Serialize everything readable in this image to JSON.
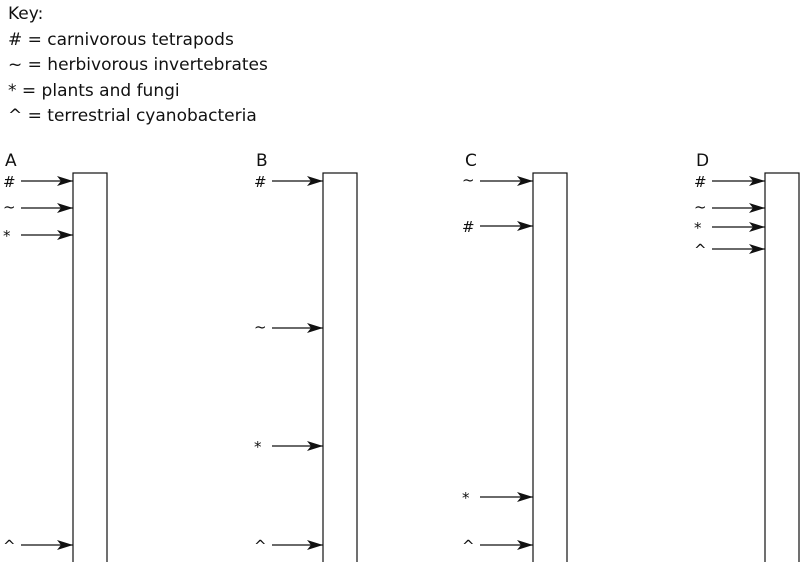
{
  "key": {
    "title": "Key:",
    "entries": [
      "# = carnivorous tetrapods",
      "~ = herbivorous invertebrates",
      "* = plants and fungi",
      "^ = terrestrial cyanobacteria"
    ]
  },
  "columns": [
    {
      "label": "A",
      "arrows": [
        "#",
        "~",
        "*",
        "^"
      ]
    },
    {
      "label": "B",
      "arrows": [
        "#",
        "~",
        "*",
        "^"
      ]
    },
    {
      "label": "C",
      "arrows": [
        "~",
        "#",
        "*",
        "^"
      ]
    },
    {
      "label": "D",
      "arrows": [
        "#",
        "~",
        "*",
        "^"
      ]
    }
  ]
}
